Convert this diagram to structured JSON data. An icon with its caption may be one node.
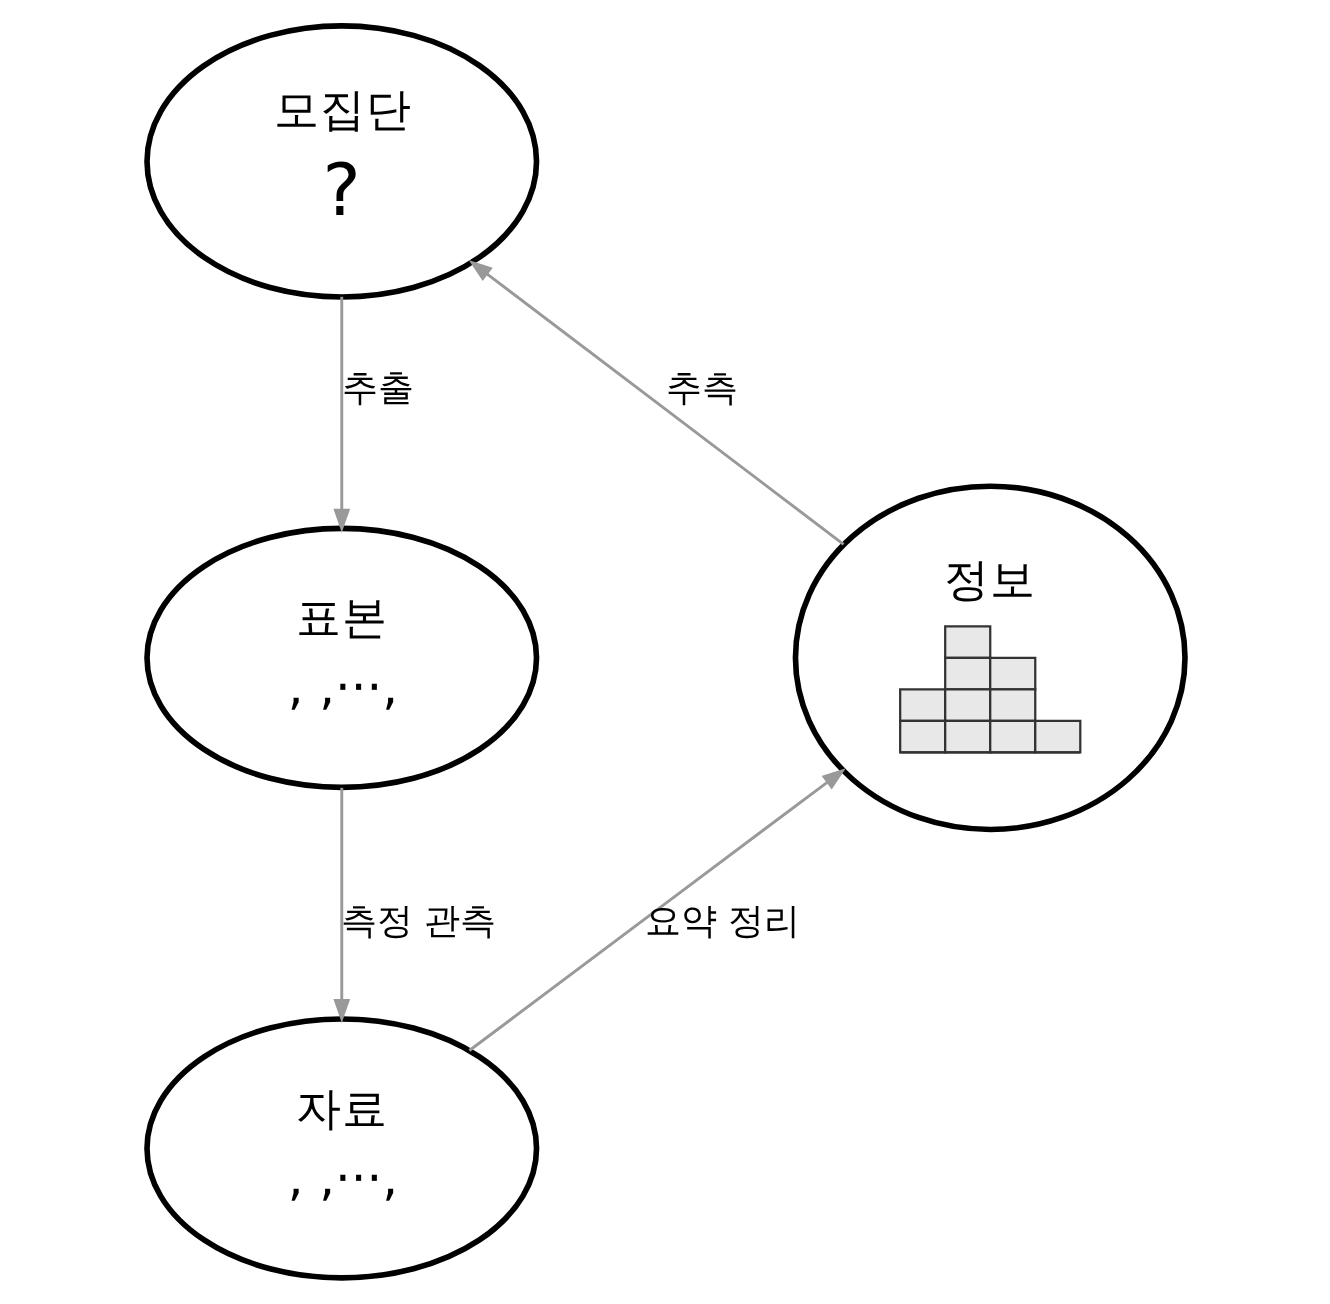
{
  "diagram": {
    "nodes": [
      {
        "text": [
          "모집단",
          "?"
        ]
      },
      {
        "text": [
          "표본",
          ", ,···,"
        ]
      },
      {
        "text": [
          "자료",
          ", ,···,"
        ]
      },
      {
        "text": [
          "정보"
        ]
      }
    ],
    "edges": [
      {
        "from": 0,
        "to": 1,
        "arrow": "to",
        "label": "추출"
      },
      {
        "from": 1,
        "to": 2,
        "arrow": "to",
        "label": "측정 관측"
      },
      {
        "from": 2,
        "to": 3,
        "arrow": "to",
        "label": "요약 정리"
      },
      {
        "from": 3,
        "to": 0,
        "arrow": "to",
        "label": "추측"
      }
    ]
  }
}
